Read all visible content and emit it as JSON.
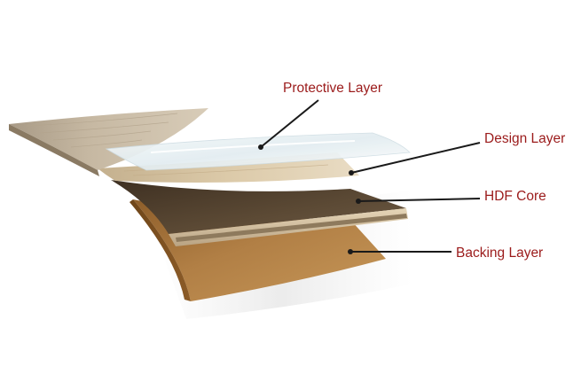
{
  "labels": {
    "protective": "Protective Layer",
    "design": "Design Layer",
    "hdf": "HDF Core",
    "backing": "Backing Layer"
  },
  "colors": {
    "label_text": "#9b1b1b",
    "leader_line": "#1a1a1a",
    "backing": "#a8763c",
    "hdf_core": "#5a4630",
    "design": "#d6c3a3",
    "protective": "#e8f0f3"
  }
}
